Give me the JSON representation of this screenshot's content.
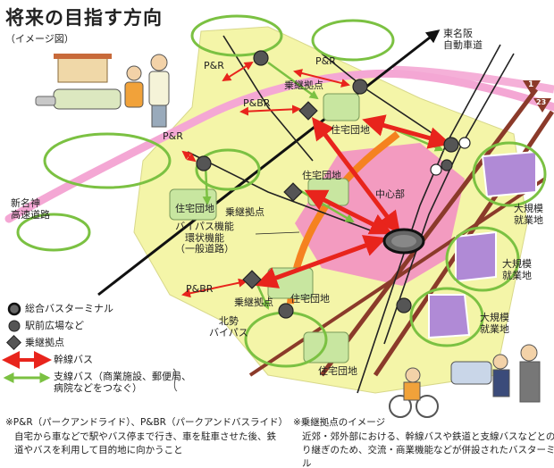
{
  "title": "将来の目指す方向",
  "subtitle": "（イメージ図）",
  "colors": {
    "area": "#f4f5a8",
    "center": "#f28bc4",
    "ring": "#f4a7d4",
    "trunk": "#e8241c",
    "feeder": "#7bc142",
    "rail": "#222",
    "hub": "#b08ad6",
    "orange": "#f58220"
  },
  "labels": {
    "higashi_meihan": "東名阪\n自動車道",
    "shin_meishin": "新名神\n高速道路",
    "route1": "1",
    "route23": "23",
    "transfer_hub_top": "乗継拠点",
    "transfer_hub_left": "乗継拠点",
    "transfer_hub_bottom": "乗継拠点",
    "housing1": "住宅団地",
    "housing2": "住宅団地",
    "housing3": "住宅団地",
    "housing4": "住宅団地",
    "housing5": "住宅団地",
    "center": "中心部",
    "bypass_func": "バイパス機能\n環状機能\n（一般道路）",
    "hokusei": "北勢\nバイパス",
    "employ1": "大規模\n就業地",
    "employ2": "大規模\n就業地",
    "employ3": "大規模\n就業地",
    "pr1": "P&R",
    "pr2": "P&R",
    "pr3": "P&R",
    "pbr1": "P&BR",
    "pbr2": "P&BR"
  },
  "legend": [
    {
      "icon": "bus-terminal-icon",
      "text": "総合バスターミナル"
    },
    {
      "icon": "station-plaza-icon",
      "text": "駅前広場など"
    },
    {
      "icon": "transfer-hub-icon",
      "text": "乗継拠点"
    },
    {
      "icon": "trunk-bus-icon",
      "text": "幹線バス"
    },
    {
      "icon": "feeder-bus-icon",
      "text": "支線バス（商業施設、郵便局、\n病院などをつなぐ）"
    }
  ],
  "notes": {
    "pr_note_title": "※P&R（パークアンドライド）、P&BR（パークアンドバスライド）",
    "pr_note_body": "自宅から車などで駅やバス停まで行き、車を駐車させた後、鉄\n道やバスを利用して目的地に向かうこと",
    "hub_note_title": "※乗継拠点のイメージ",
    "hub_note_body": "近郊・郊外部における、幹線バスや鉄道と支線バスなどとの乗\nり継ぎのため、交流・商業機能などが併設されたバスターミナ\nル"
  }
}
